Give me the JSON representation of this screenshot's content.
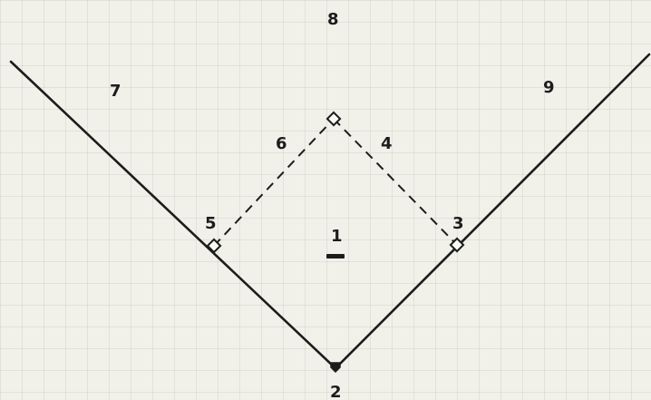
{
  "diagram": {
    "positions": [
      {
        "number": "1"
      },
      {
        "number": "2"
      },
      {
        "number": "3"
      },
      {
        "number": "4"
      },
      {
        "number": "5"
      },
      {
        "number": "6"
      },
      {
        "number": "7"
      },
      {
        "number": "8"
      },
      {
        "number": "9"
      }
    ],
    "line_color": "#1c1c1c",
    "paper_color": "#f1f1ea"
  }
}
